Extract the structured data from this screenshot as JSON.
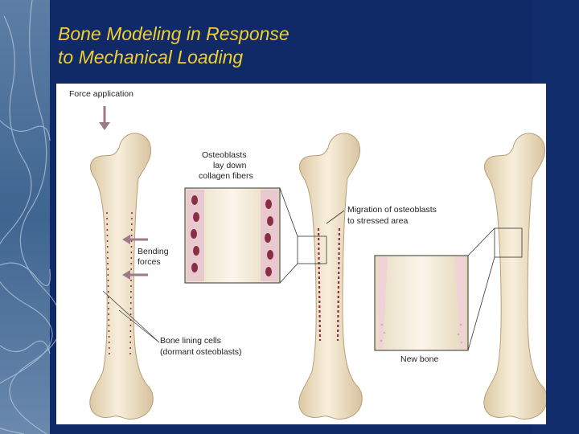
{
  "slide": {
    "title_line1": "Bone Modeling in Response",
    "title_line2": "to Mechanical Loading"
  },
  "figure": {
    "force_label": "Force application",
    "bending_label_line1": "Bending",
    "bending_label_line2": "forces",
    "osteoblast_label_line1": "Osteoblasts",
    "osteoblast_label_line2": "lay down",
    "osteoblast_label_line3": "collagen fibers",
    "migration_label_line1": "Migration of osteoblasts",
    "migration_label_line2": "to stressed area",
    "lining_label_line1": "Bone lining cells",
    "lining_label_line2": "(dormant osteoblasts)",
    "new_bone_label": "New bone"
  },
  "colors": {
    "background": "#0f2a66",
    "title": "#f2cf2e",
    "bone": "#f1e4c8",
    "arrow": "#9c7a8a",
    "cells": "#8a2e45"
  }
}
